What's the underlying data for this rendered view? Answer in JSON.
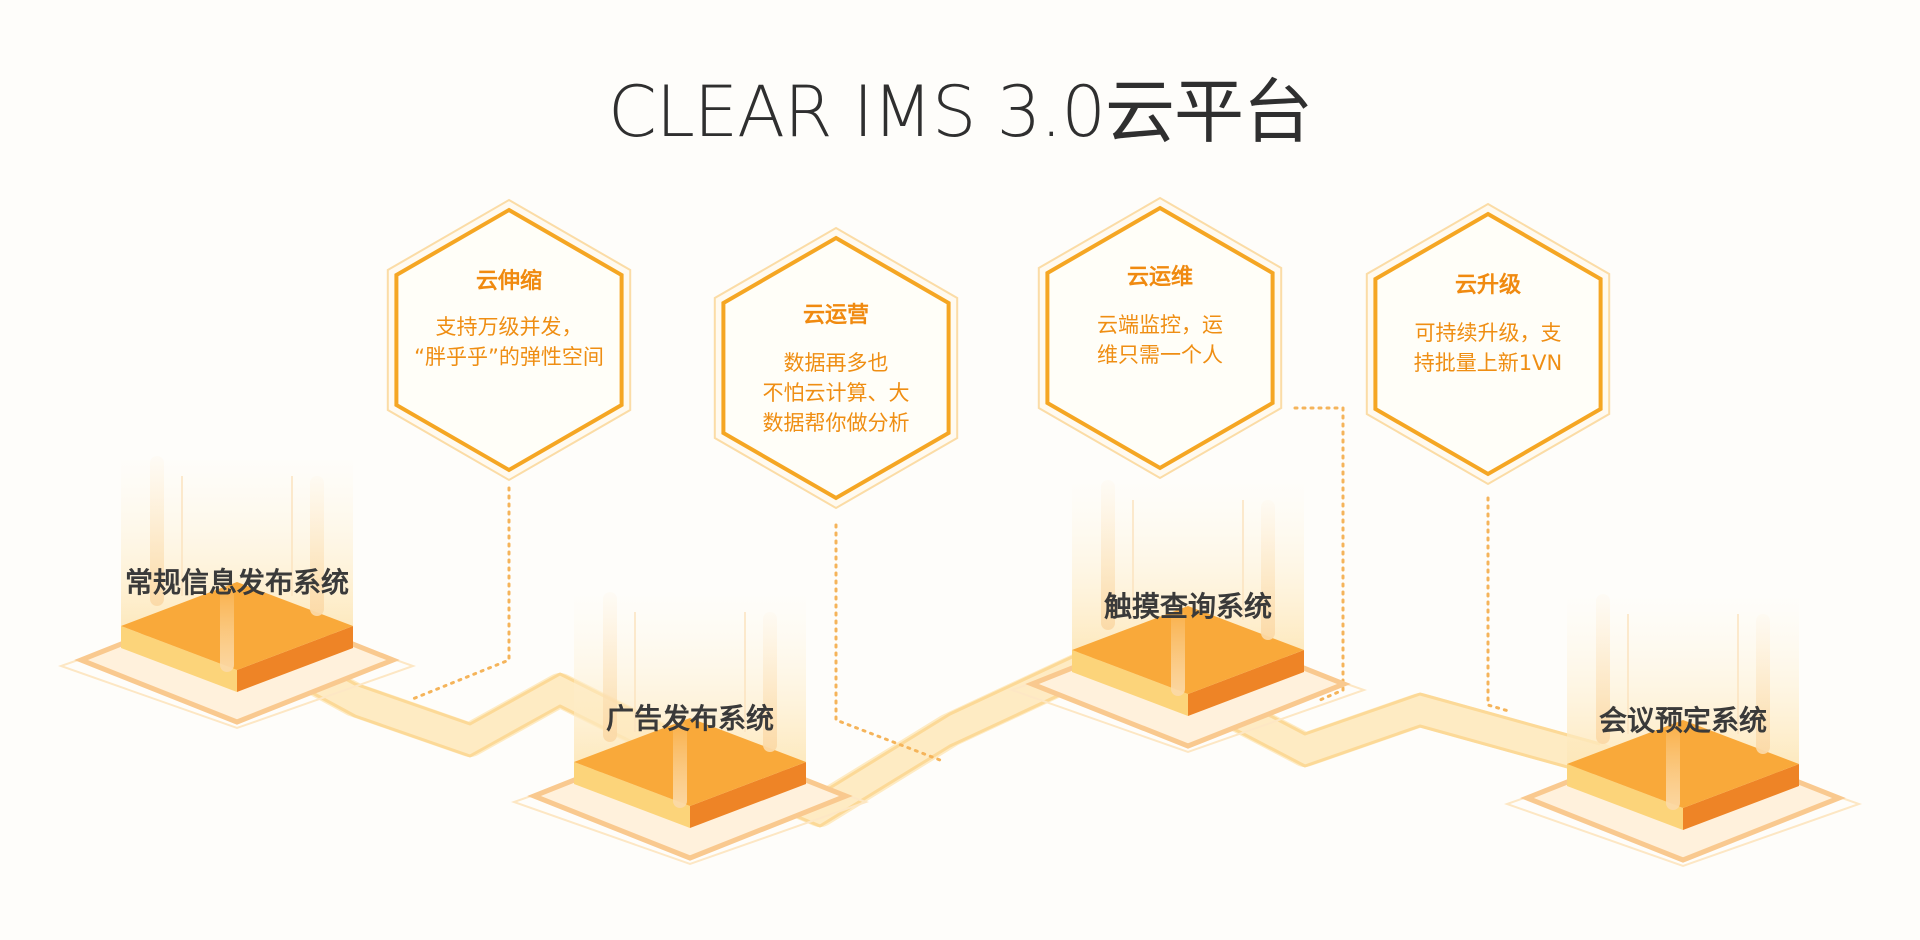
{
  "title": "CLEAR IMS 3.0云平台",
  "hexagons": [
    {
      "title": "云伸缩",
      "lines": [
        "支持万级并发，",
        "“胖乎乎”的弹性空间"
      ]
    },
    {
      "title": "云运营",
      "lines": [
        "数据再多也",
        "不怕云计算、大",
        "数据帮你做分析"
      ]
    },
    {
      "title": "云运维",
      "lines": [
        "云端监控，运",
        "维只需一个人"
      ]
    },
    {
      "title": "云升级",
      "lines": [
        "可持续升级，支",
        "持批量上新1VN"
      ]
    }
  ],
  "systems": [
    {
      "label": "常规信息发布系统"
    },
    {
      "label": "广告发布系统"
    },
    {
      "label": "触摸查询系统"
    },
    {
      "label": "会议预定系统"
    }
  ],
  "colors": {
    "hex_stroke": "#f5a623",
    "hex_text": "#ef8e13",
    "platform_top": "#f9a93a",
    "platform_left": "#fcd47a",
    "platform_right": "#ee8426",
    "path": "#fdd98a",
    "label": "#3a3a3a"
  }
}
